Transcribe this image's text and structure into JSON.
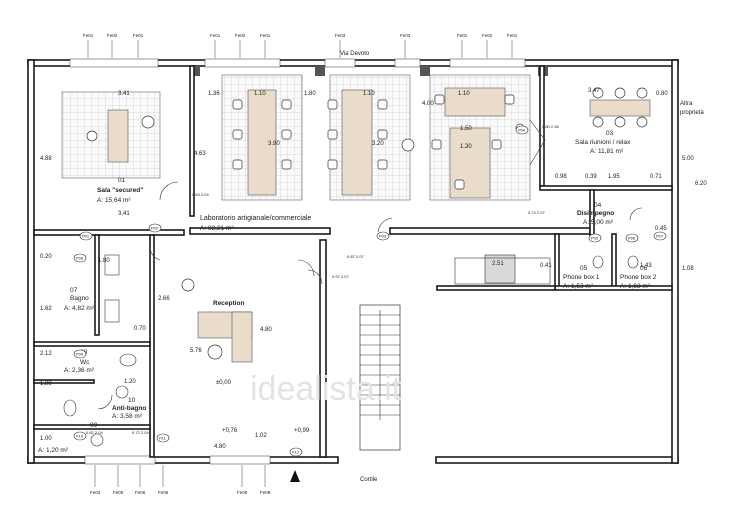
{
  "plan": {
    "street": "Via Devoto",
    "courtyard": "Cortile",
    "other_property_line1": "Altra",
    "other_property_line2": "proprietà",
    "watermark": "idealista.it",
    "dims": {
      "d341a": "3.41",
      "d341b": "3,41",
      "d136": "1.36",
      "d110": "1.10",
      "d180": "1.80",
      "d400": "4.00",
      "d390": "3.90",
      "d320": "3.20",
      "d150": "1.50",
      "d130": "1.30",
      "d347": "3.47",
      "d080": "0.80",
      "d098": "0.98",
      "d039": "0.39",
      "d195": "1.95",
      "d071": "0.71",
      "d488": "4.88",
      "d463": "4.63",
      "d500": "5.00",
      "d620": "6.20",
      "d251": "2.51",
      "d041": "0.41",
      "d180b": "1.80",
      "d266": "2.66",
      "d480": "4.80",
      "d576": "5.76",
      "d480b": "4.80",
      "d120": "1.20",
      "d070": "0.70",
      "d162": "1.62",
      "d188": "1.88",
      "d100": "1.00",
      "d212": "2.12",
      "d108": "1.08",
      "d102": "1.02",
      "d045": "0.45",
      "d143": "1.43",
      "d020": "0.20"
    },
    "door_sizes": {
      "a": "0.63\n2.04",
      "b": "0.74\n2.07",
      "c": "0.87\n2.07",
      "d": "0.97\n2.07",
      "e": "0.82\n2.04",
      "f": "0.72\n2.04",
      "g": "0.80\n2.36"
    },
    "levels": {
      "l0": "±0,00",
      "l1": "+0,76",
      "l2": "+0,99"
    },
    "rooms": {
      "r01": {
        "num": "01",
        "name": "Sala \"secured\"",
        "area": "A: 15,64 m²"
      },
      "r02": {
        "name": "Laboratorio artigianale/commerciale",
        "area": "A: 82,21 m²"
      },
      "r03": {
        "num": "03",
        "name": "Sala riunioni / relax",
        "area": "A: 11,81 m²"
      },
      "r04": {
        "num": "04",
        "name": "Disimpegno",
        "area": "A: 5,00 m²"
      },
      "r05": {
        "num": "05",
        "name": "Phone box 1",
        "area": "A: 1,53 m²"
      },
      "r06": {
        "num": "06",
        "name": "Phone box 2",
        "area": "A: 1,63 m²"
      },
      "r07": {
        "num": "07",
        "name": "Bagno",
        "area": "A: 4,82 m²"
      },
      "r08": {
        "num": "08",
        "name": "Wc",
        "area": "A: 2,36 m²"
      },
      "r09": {
        "num": "09",
        "name": "",
        "area": "A: 1,20 m²"
      },
      "r10": {
        "num": "10",
        "name": "Anti-bagno",
        "area": "A: 3,58 m²"
      },
      "rec": {
        "name": "Reception"
      }
    },
    "windows_top": [
      "Fe01",
      "Fe02",
      "Fe01",
      "Fe01",
      "Fe02",
      "Fe01",
      "Fe03",
      "Fe03",
      "Fe01",
      "Fe02",
      "Fe01"
    ],
    "windows_bottom": [
      "Fe04",
      "Fe05",
      "Fe06",
      "Fe06",
      "Fe08",
      "Fe09"
    ],
    "door_tags": [
      "P01",
      "P02",
      "P03",
      "P04",
      "P05",
      "P06",
      "P07",
      "P08",
      "P09",
      "P10",
      "P11",
      "P12"
    ]
  }
}
